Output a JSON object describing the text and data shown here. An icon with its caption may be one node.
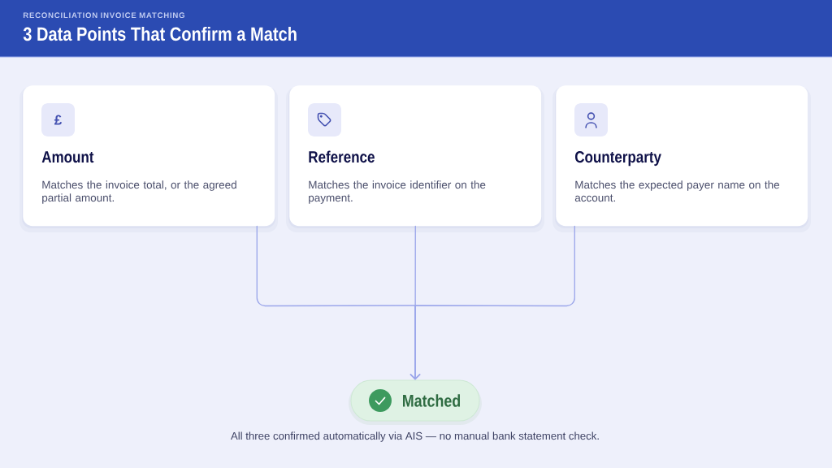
{
  "diagram": {
    "title": "3 Data Points That Confirm a Match",
    "nodes": [
      {
        "text": [
          "Amount",
          "Matches the invoice total, or the agreed partial amount."
        ]
      },
      {
        "text": [
          "Reference",
          "Matches the invoice identifier on the payment."
        ]
      },
      {
        "text": [
          "Counterparty",
          "Matches the expected payer name on the account."
        ]
      },
      {
        "text": [
          "Matched"
        ],
        "beside": [
          "All three confirmed automatically via AIS — no manual bank statement check."
        ]
      }
    ],
    "edges": [
      {
        "from": 0,
        "to": 3,
        "arrow": "to"
      },
      {
        "from": 1,
        "to": 3,
        "arrow": "to"
      },
      {
        "from": 2,
        "to": 3,
        "arrow": "to"
      }
    ],
    "labels": [
      "RECONCILIATION INVOICE MATCHING",
      "£"
    ]
  }
}
